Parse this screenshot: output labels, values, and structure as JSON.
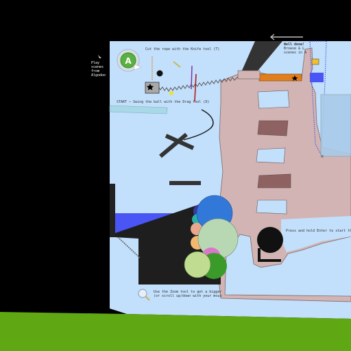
{
  "hint_left_1": "Play",
  "hint_left_2": "scenes",
  "hint_left_3": "from",
  "hint_left_4": "Algodoo",
  "cut_rope_text": "Cut the rope with the Knife tool (T)",
  "start_text": "START — Swing the ball with the Drag tool (D)",
  "well_done_title": "Well done!",
  "well_done_line1": "Browse & L",
  "well_done_line2": "scenes in A",
  "enter_text": "Press and hold Enter to start the sl",
  "zoom_text_1": "Use the Zoom tool to get a bigger pi",
  "zoom_text_2": "(or scroll up/down with your mouse)",
  "colors": {
    "background": "#000000",
    "sky": "#c2dffb",
    "ground": "#5fa713",
    "wall": "#d2b4b4",
    "wall_window": "#8f6262",
    "water": "#4a55f5",
    "accent_orange": "#e07d1c"
  },
  "icons": {
    "logo": "algodoo-logo-icon",
    "arrow": "arrow-left-icon",
    "cursor": "cursor-icon",
    "zoom": "magnifier-icon",
    "star": "star-icon"
  }
}
